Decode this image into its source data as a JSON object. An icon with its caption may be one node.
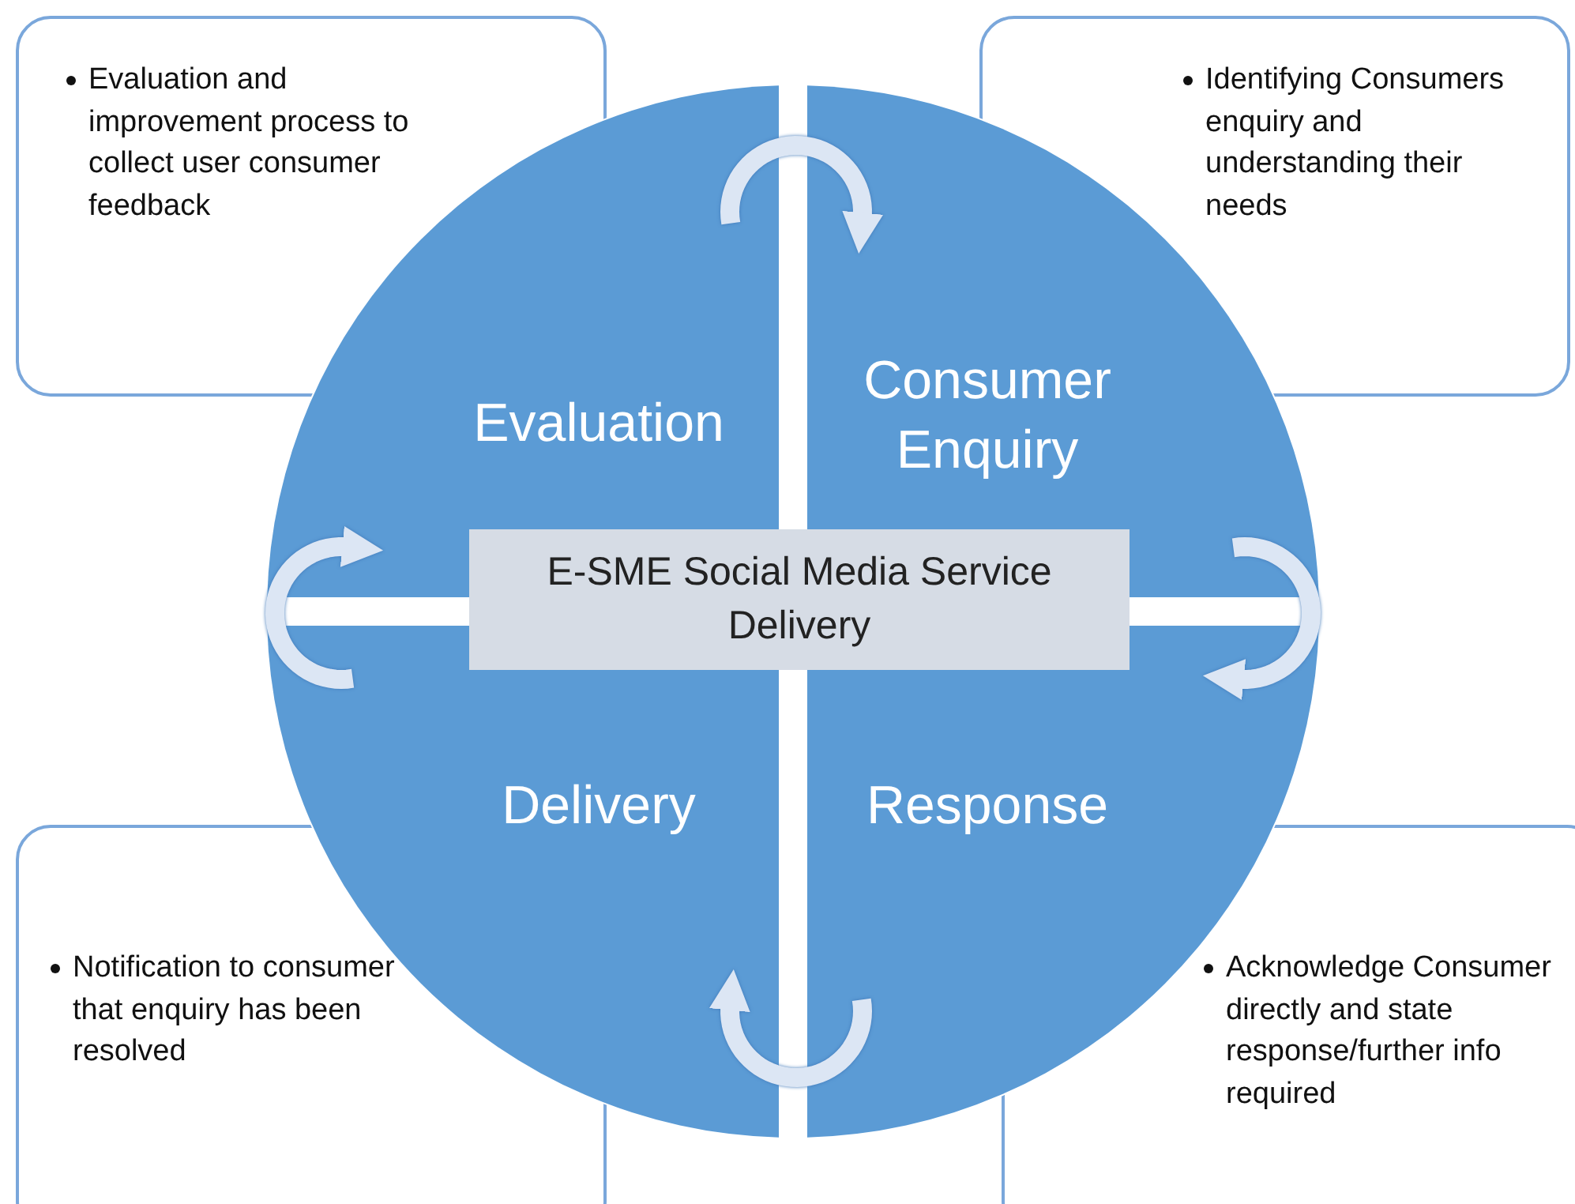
{
  "diagram": {
    "nodes": [
      {
        "text": [
          "Evaluation"
        ]
      },
      {
        "text": [
          "Consumer Enquiry"
        ]
      },
      {
        "text": [
          "Response"
        ]
      },
      {
        "text": [
          "Delivery"
        ]
      },
      {
        "text": [
          "E-SME Social Media Service Delivery"
        ]
      },
      {
        "text": [
          "Evaluation and improvement process to collect user consumer feedback"
        ]
      },
      {
        "text": [
          "Identifying Consumers enquiry and understanding their needs"
        ]
      },
      {
        "text": [
          "Notification to consumer that enquiry has been resolved"
        ]
      },
      {
        "text": [
          "Acknowledge Consumer directly and state response/further info required"
        ]
      }
    ],
    "edges": [
      {
        "from": 0,
        "to": 1,
        "arrow": "to"
      },
      {
        "from": 1,
        "to": 2,
        "arrow": "to"
      },
      {
        "from": 2,
        "to": 3,
        "arrow": "to"
      },
      {
        "from": 3,
        "to": 0,
        "arrow": "to"
      }
    ]
  }
}
